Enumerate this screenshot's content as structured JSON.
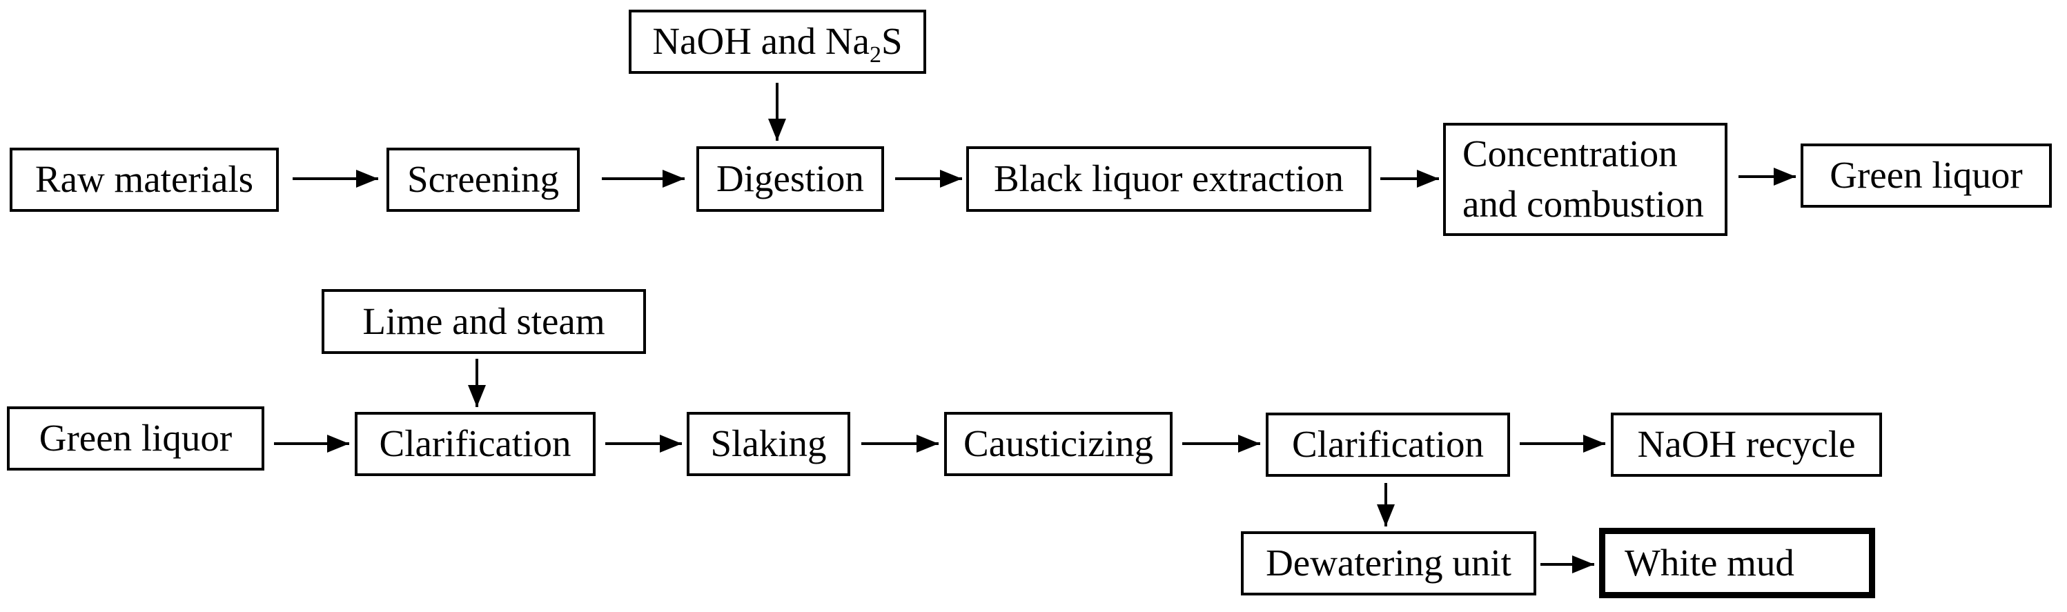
{
  "diagram": {
    "type": "flowchart",
    "background_color": "#ffffff",
    "box_fill_color": "#ffffff",
    "box_border_color": "#000000",
    "text_color": "#000000",
    "arrow_color": "#000000",
    "nodes": {
      "naoh_na2s": {
        "label_pre": "NaOH and Na",
        "label_sub": "2",
        "label_post": "S"
      },
      "raw_materials": {
        "label": "Raw materials"
      },
      "screening": {
        "label": "Screening"
      },
      "digestion": {
        "label": "Digestion"
      },
      "black_liquor_extraction": {
        "label": "Black liquor extraction"
      },
      "concentration_and_combustion": {
        "line1": "Concentration",
        "line2": "and combustion"
      },
      "green_liquor_output": {
        "label": "Green liquor"
      },
      "lime_and_steam": {
        "label": "Lime and steam"
      },
      "green_liquor_input": {
        "label": "Green liquor"
      },
      "clarification_1": {
        "label": "Clarification"
      },
      "slaking": {
        "label": "Slaking"
      },
      "causticizing": {
        "label": "Causticizing"
      },
      "clarification_2": {
        "label": "Clarification"
      },
      "naoh_recycle": {
        "label": "NaOH recycle"
      },
      "dewatering_unit": {
        "label": "Dewatering unit"
      },
      "white_mud": {
        "label": "White mud",
        "emphasis": "thick-border"
      }
    },
    "edges": [
      {
        "from": "raw_materials",
        "to": "screening",
        "direction": "right"
      },
      {
        "from": "screening",
        "to": "digestion",
        "direction": "right"
      },
      {
        "from": "naoh_na2s",
        "to": "digestion",
        "direction": "down"
      },
      {
        "from": "digestion",
        "to": "black_liquor_extraction",
        "direction": "right"
      },
      {
        "from": "black_liquor_extraction",
        "to": "concentration_and_combustion",
        "direction": "right"
      },
      {
        "from": "concentration_and_combustion",
        "to": "green_liquor_output",
        "direction": "right"
      },
      {
        "from": "green_liquor_input",
        "to": "clarification_1",
        "direction": "right"
      },
      {
        "from": "lime_and_steam",
        "to": "clarification_1",
        "direction": "down"
      },
      {
        "from": "clarification_1",
        "to": "slaking",
        "direction": "right"
      },
      {
        "from": "slaking",
        "to": "causticizing",
        "direction": "right"
      },
      {
        "from": "causticizing",
        "to": "clarification_2",
        "direction": "right"
      },
      {
        "from": "clarification_2",
        "to": "naoh_recycle",
        "direction": "right"
      },
      {
        "from": "clarification_2",
        "to": "dewatering_unit",
        "direction": "down"
      },
      {
        "from": "dewatering_unit",
        "to": "white_mud",
        "direction": "right"
      }
    ]
  }
}
